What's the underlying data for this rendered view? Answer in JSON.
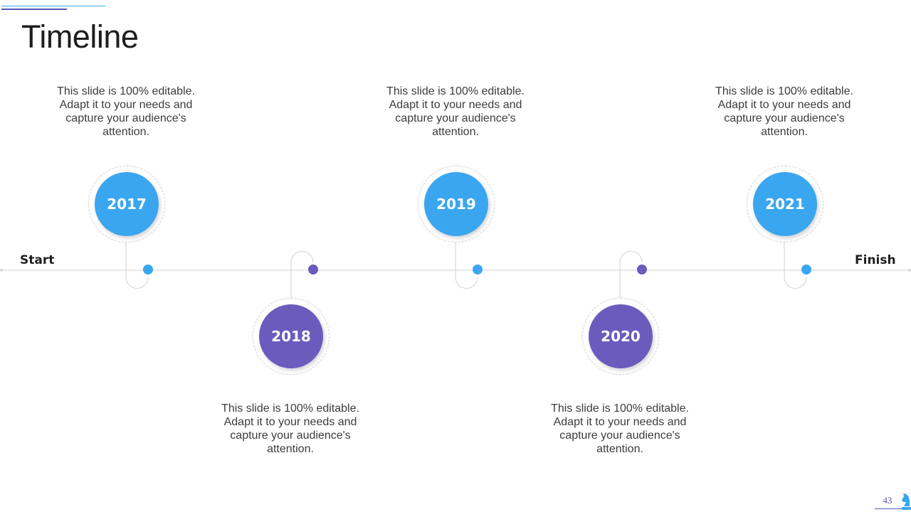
{
  "slide": {
    "title": "Timeline",
    "start_label": "Start",
    "finish_label": "Finish",
    "page_number": "43",
    "colors": {
      "blue": "#3aa6ef",
      "purple": "#6b5bbd",
      "line": "#d9d9d9"
    }
  },
  "milestones": [
    {
      "year": "2017",
      "color": "blue",
      "description": "This slide is 100% editable. Adapt it to your needs and capture your audience's attention."
    },
    {
      "year": "2018",
      "color": "purple",
      "description": "This slide is 100% editable. Adapt it to your needs and capture your audience's attention."
    },
    {
      "year": "2019",
      "color": "blue",
      "description": "This slide is 100% editable. Adapt it to your needs and capture your audience's attention."
    },
    {
      "year": "2020",
      "color": "purple",
      "description": "This slide is 100% editable. Adapt it to your needs and capture your audience's attention."
    },
    {
      "year": "2021",
      "color": "blue",
      "description": "This slide is 100% editable. Adapt it to your needs and capture your audience's attention."
    }
  ]
}
